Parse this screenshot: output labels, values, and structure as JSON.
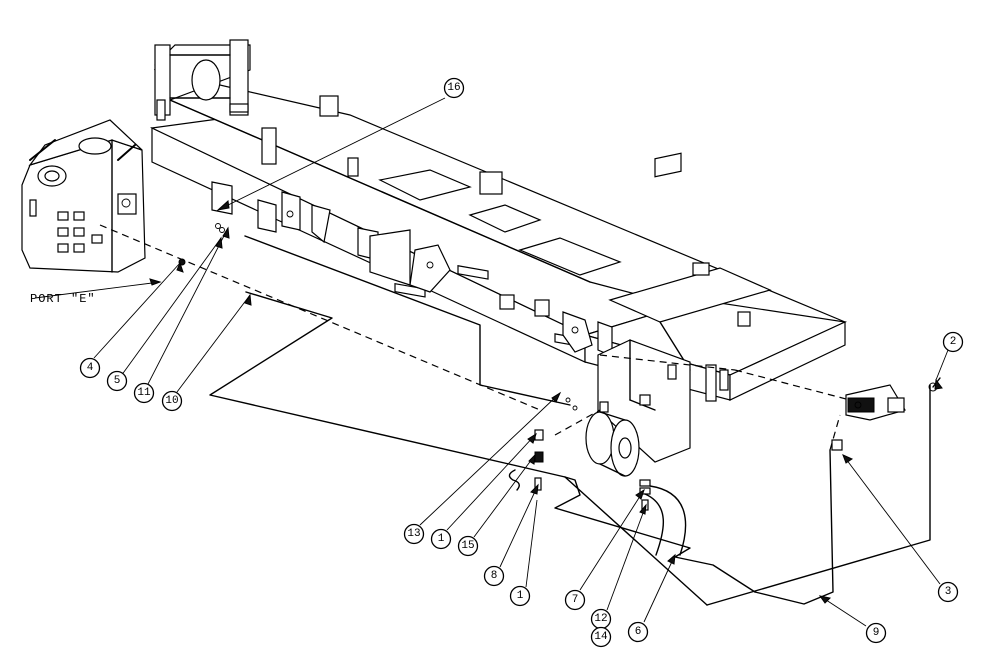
{
  "port_label": "PORT \"E\"",
  "callouts": [
    "16",
    "4",
    "5",
    "11",
    "10",
    "13",
    "1",
    "15",
    "8",
    "1",
    "7",
    "12",
    "14",
    "6",
    "2",
    "3",
    "9"
  ]
}
